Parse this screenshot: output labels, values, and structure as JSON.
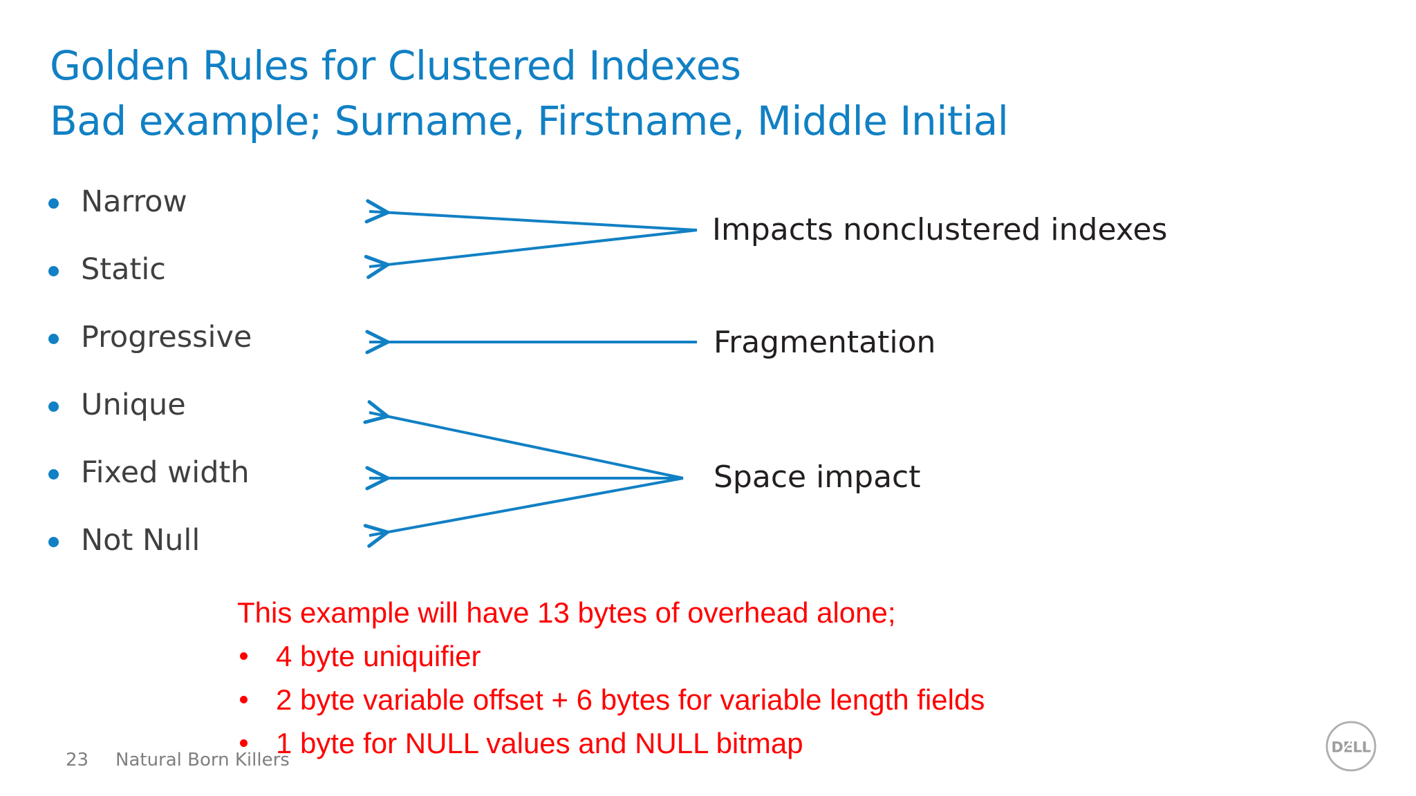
{
  "slide": {
    "title_line1": "Golden Rules for Clustered Indexes",
    "title_line2": "Bad example; Surname, Firstname, Middle Initial",
    "accent_blue": "#1180c4",
    "body_gray": "#3f3f3f",
    "alert_red": "#ff0000",
    "background": "#ffffff"
  },
  "rules": [
    {
      "label": "Narrow"
    },
    {
      "label": "Static"
    },
    {
      "label": "Progressive"
    },
    {
      "label": "Unique"
    },
    {
      "label": "Fixed width"
    },
    {
      "label": "Not Null"
    }
  ],
  "annotations": [
    {
      "text": "Impacts nonclustered indexes",
      "targets": [
        "Narrow",
        "Static"
      ]
    },
    {
      "text": "Fragmentation",
      "targets": [
        "Progressive"
      ]
    },
    {
      "text": "Space impact",
      "targets": [
        "Unique",
        "Fixed width",
        "Not Null"
      ]
    }
  ],
  "overhead": {
    "heading": "This example will have 13 bytes of overhead alone;",
    "items": [
      "4 byte uniquifier",
      "2 byte variable offset + 6 bytes for variable length fields",
      "1 byte for NULL values and NULL bitmap"
    ]
  },
  "footer": {
    "page_number": "23",
    "deck_name": "Natural Born Killers",
    "logo_text": "DELL"
  }
}
